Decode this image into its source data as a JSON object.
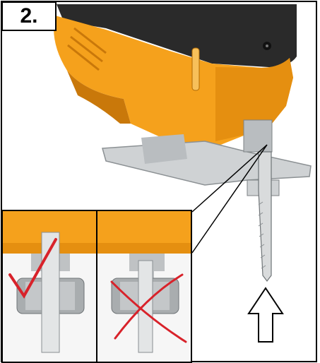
{
  "step": {
    "label": "2."
  },
  "colors": {
    "tool_body": "#f5a11c",
    "tool_body_dark": "#c9780a",
    "tool_top": "#2a2a2a",
    "metal": "#cfd2d4",
    "check_mark": "#d8222a",
    "cross_mark": "#d8222a",
    "frame": "#000000"
  },
  "illustration": {
    "main": "jigsaw-blade-insert",
    "panels": [
      {
        "state": "correct",
        "icon": "check-icon"
      },
      {
        "state": "incorrect",
        "icon": "cross-icon"
      }
    ],
    "direction_icon": "arrow-up-icon"
  }
}
